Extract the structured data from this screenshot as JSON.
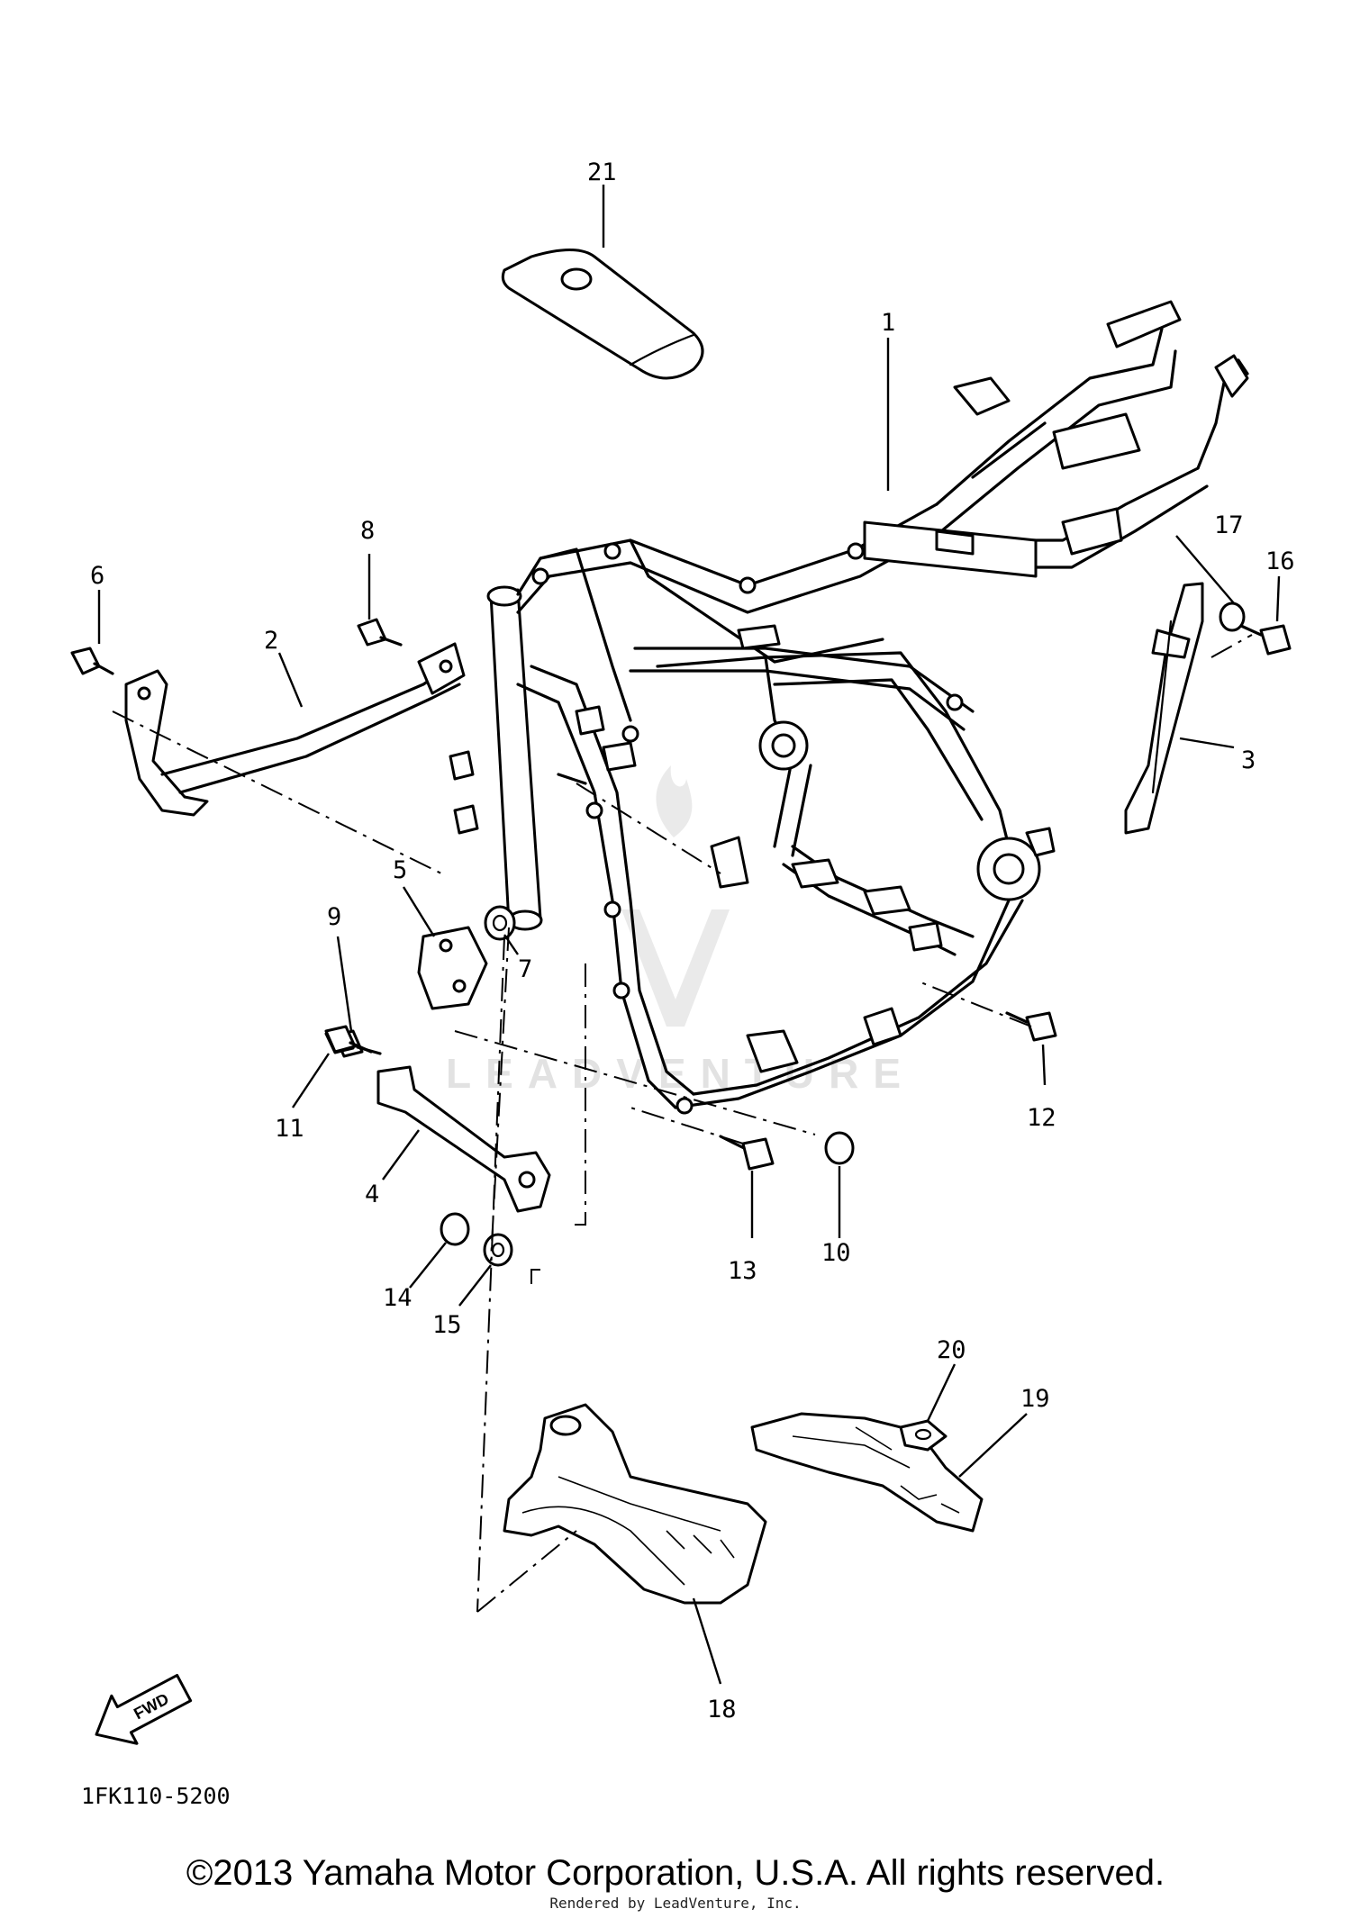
{
  "callouts": {
    "c1": "1",
    "c2": "2",
    "c3": "3",
    "c4": "4",
    "c5": "5",
    "c6": "6",
    "c7": "7",
    "c8": "8",
    "c9": "9",
    "c10": "10",
    "c11": "11",
    "c12": "12",
    "c13": "13",
    "c14": "14",
    "c15": "15",
    "c16": "16",
    "c17": "17",
    "c18": "18",
    "c19": "19",
    "c20": "20",
    "c21": "21"
  },
  "direction_marker": "FWD",
  "diagram_code": "1FK110-5200",
  "watermark": "LEADVENTURE",
  "copyright": "©2013 Yamaha Motor Corporation, U.S.A. All rights reserved.",
  "rendered_by": "Rendered by LeadVenture, Inc."
}
